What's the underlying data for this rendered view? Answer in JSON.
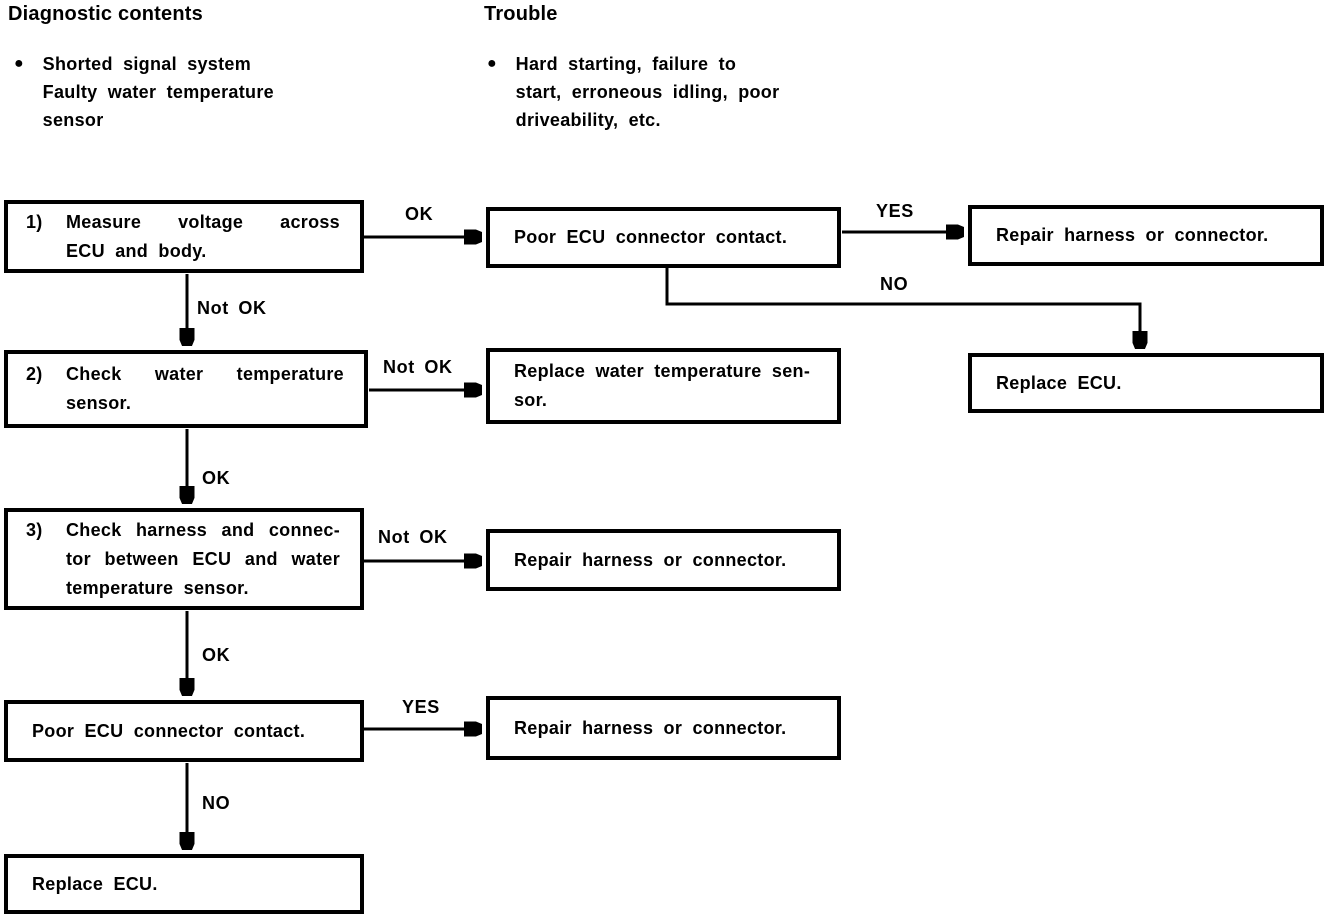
{
  "page": {
    "background": "#ffffff",
    "ink": "#000000"
  },
  "headers": {
    "diagnostic": {
      "title": "Diagnostic contents",
      "bullet": "●",
      "lines": [
        "Shorted signal system",
        "Faulty water temperature",
        "sensor"
      ]
    },
    "trouble": {
      "title": "Trouble",
      "bullet": "●",
      "lines": [
        "Hard starting, failure to",
        "start, erroneous idling, poor",
        "driveability, etc."
      ]
    }
  },
  "flowchart": {
    "boxes": {
      "step1": {
        "num": "1)",
        "lines": [
          "Measure voltage across",
          "ECU and body."
        ]
      },
      "poor_ecu_top": {
        "lines": [
          "Poor ECU connector contact."
        ]
      },
      "repair_top": {
        "lines": [
          "Repair harness or connector."
        ]
      },
      "replace_ecu_right": {
        "lines": [
          "Replace ECU."
        ]
      },
      "step2": {
        "num": "2)",
        "lines": [
          "Check water temperature",
          "sensor."
        ]
      },
      "replace_sensor": {
        "lines": [
          "Replace water temperature sen-",
          "sor."
        ]
      },
      "step3": {
        "num": "3)",
        "lines": [
          "Check harness and connec-",
          "tor between ECU and water",
          "temperature sensor."
        ]
      },
      "repair_mid": {
        "lines": [
          "Repair harness or connector."
        ]
      },
      "poor_ecu_bottom": {
        "lines": [
          "Poor ECU connector contact."
        ]
      },
      "repair_bottom": {
        "lines": [
          "Repair harness or connector."
        ]
      },
      "replace_ecu_bottom": {
        "lines": [
          "Replace ECU."
        ]
      }
    },
    "edge_labels": {
      "step1_ok": "OK",
      "step1_not_ok": "Not OK",
      "poor_ecu_yes": "YES",
      "poor_ecu_no": "NO",
      "step2_not_ok": "Not OK",
      "step2_ok": "OK",
      "step3_not_ok": "Not OK",
      "step3_ok": "OK",
      "poor_ecu_bottom_yes": "YES",
      "poor_ecu_bottom_no": "NO"
    }
  }
}
